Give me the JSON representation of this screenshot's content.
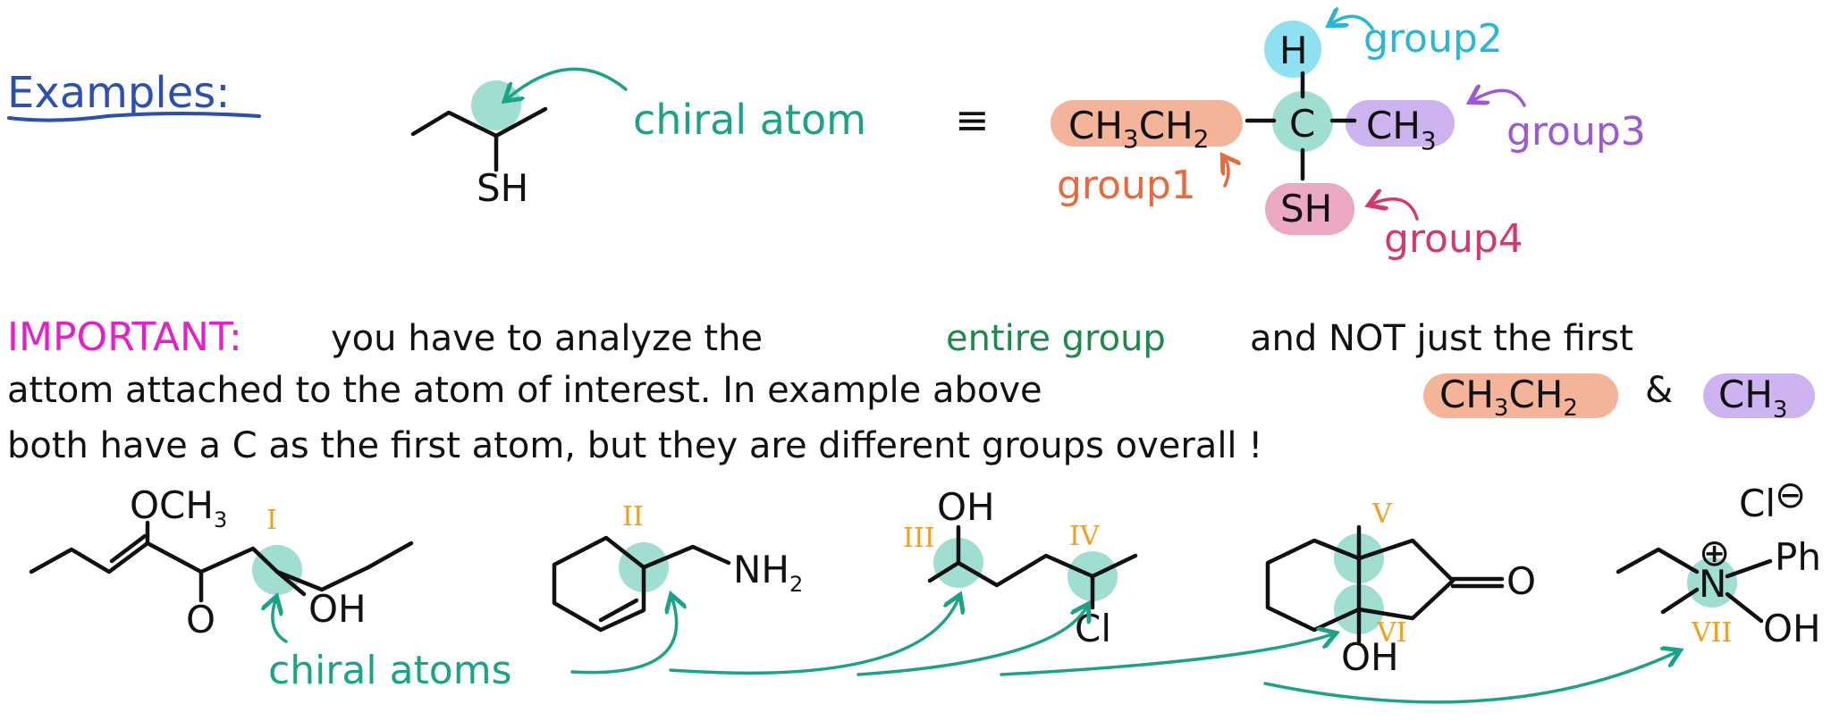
{
  "colors": {
    "black": "#111111",
    "blue": "#2b4fb3",
    "teal": "#1aa387",
    "teal_highlight": "#9fded0",
    "cyan": "#29b6d6",
    "cyan_highlight": "#8fe0f0",
    "orange": "#e86a3c",
    "orange_highlight": "#f4b49a",
    "purple": "#9b59d6",
    "purple_highlight": "#cdb3ef",
    "crimson": "#d23a6a",
    "crimson_highlight": "#eba8c2",
    "magenta": "#e620c8",
    "green": "#1b8a4a",
    "roman_orange": "#f0a020"
  },
  "examples": {
    "heading": "Examples:",
    "sh_label": "SH",
    "chiral_atom_label": "chiral atom",
    "equiv_symbol": "≡",
    "ethyl": {
      "ch": "CH",
      "sub3": "3",
      "ch2": "CH",
      "sub2": "2"
    },
    "center": "C",
    "methyl": {
      "ch": "CH",
      "sub3": "3"
    },
    "h_label": "H",
    "sh_group": "SH",
    "group1": "group1",
    "group2": "group2",
    "group3": "group3",
    "group4": "group4"
  },
  "important": {
    "label": "IMPORTANT:",
    "line1_a": "you have to analyze the",
    "line1_highlight": "entire group",
    "line1_b": "and NOT just the first",
    "line2": "attom attached to the atom of interest. In example above",
    "line2_ampersand": "&",
    "line3": "both have a C as the first atom, but they are different groups overall !"
  },
  "molecules": {
    "m1": {
      "och3": "OCH",
      "och3_sub": "3",
      "o": "O",
      "oh": "OH",
      "roman": "I"
    },
    "m2": {
      "nh2": "NH",
      "nh2_sub": "2",
      "roman": "II"
    },
    "m3": {
      "oh": "OH",
      "cl": "Cl",
      "roman3": "III",
      "roman4": "IV"
    },
    "m4": {
      "o": "O",
      "oh": "OH",
      "roman5": "V",
      "roman6": "VI"
    },
    "m5": {
      "cl": "Cl",
      "charge_minus": "⊖",
      "charge_plus": "⊕",
      "n": "N",
      "ph": "Ph",
      "oh": "OH",
      "roman": "VII"
    },
    "chiral_atoms_label": "chiral atoms"
  }
}
